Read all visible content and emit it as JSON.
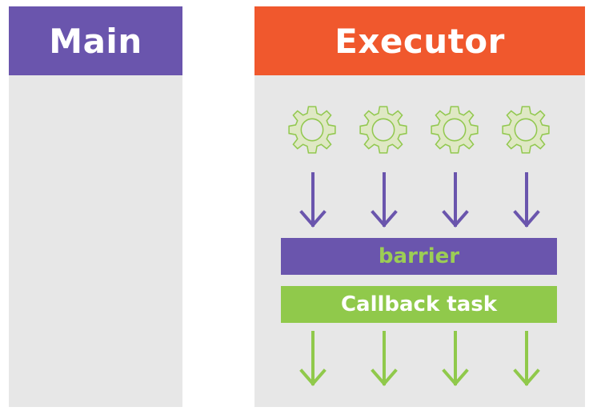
{
  "main_column": {
    "title": "Main"
  },
  "executor_column": {
    "title": "Executor",
    "barrier_label": "barrier",
    "callback_label": "Callback task"
  },
  "colors": {
    "purple": "#6a55ad",
    "orange": "#f0582d",
    "green": "#90c94b",
    "panel_gray": "#e7e7e7"
  },
  "icons": {
    "gear": "gear-icon",
    "purple_arrow": "down-arrow-purple-icon",
    "green_arrow": "down-arrow-green-icon"
  }
}
